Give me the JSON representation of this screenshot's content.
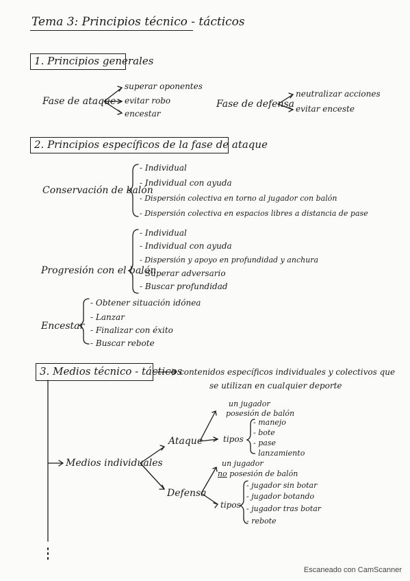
{
  "title": "Tema 3: Principios técnico - tácticos",
  "s1": {
    "heading": "1. Principios generales",
    "ataque": {
      "label": "Fase de ataque",
      "items": [
        "superar oponentes",
        "evitar robo",
        "encestar"
      ]
    },
    "defensa": {
      "label": "Fase de defensa",
      "items": [
        "neutralizar acciones",
        "evitar enceste"
      ]
    }
  },
  "s2": {
    "heading": "2. Principios específicos de la fase de ataque",
    "conservacion": {
      "label": "Conservación de balón",
      "items": [
        "- Individual",
        "- Individual con ayuda",
        "- Dispersión colectiva en torno al jugador con balón",
        "- Dispersión colectiva en espacios libres a distancia de pase"
      ]
    },
    "progresion": {
      "label": "Progresión con el balón",
      "items": [
        "- Individual",
        "- Individual con ayuda",
        "- Dispersión y apoyo en profundidad y anchura",
        "- Superar adversario",
        "- Buscar profundidad"
      ]
    },
    "encestar": {
      "label": "Encestar",
      "items": [
        "- Obtener situación idónea",
        "- Lanzar",
        "- Finalizar con éxito",
        "- Buscar rebote"
      ]
    }
  },
  "s3": {
    "heading": "3. Medios técnico - tácticos",
    "note1": "contenidos específicos individuales y colectivos que",
    "note2": "se utilizan en cualquier deporte",
    "individuales": "Medios individuales",
    "ataque": {
      "label": "Ataque",
      "def1": "un jugador",
      "def2": "posesión de balón",
      "tipos": "tipos",
      "items": [
        "- manejo",
        "- bote",
        "- pase",
        "- lanzamiento"
      ]
    },
    "defensa": {
      "label": "Defensa",
      "def1": "un jugador",
      "def2_neg": "no",
      "def2_rest": "posesión de balón",
      "tipos": "tipos",
      "items": [
        "- jugador sin botar",
        "- jugador botando",
        "- jugador tras botar",
        "- rebote"
      ]
    }
  },
  "footer": "Escaneado con CamScanner"
}
